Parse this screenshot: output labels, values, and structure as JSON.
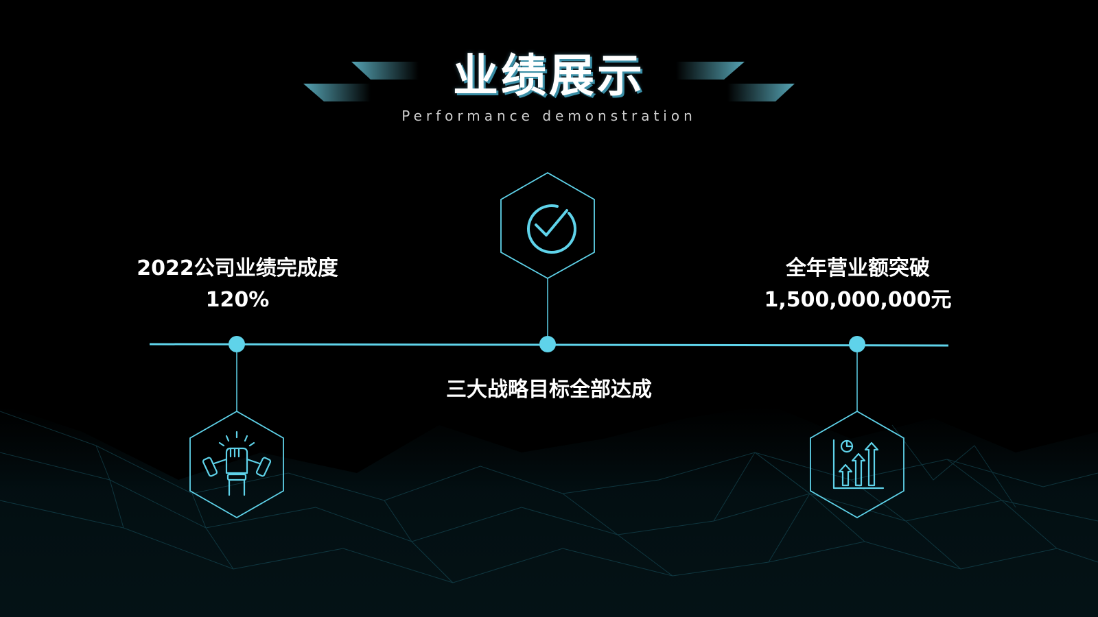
{
  "slide": {
    "title": "业绩展示",
    "subtitle": "Performance demonstration",
    "milestones": [
      {
        "line1": "2022公司业绩完成度",
        "line2": "120%"
      },
      {
        "line1": "三大战略目标全部达成"
      },
      {
        "line1": "全年营业额突破",
        "line2": "1,500,000,000元"
      }
    ],
    "icons": [
      "fitness-hand-dumbbell-icon",
      "check-circle-icon",
      "bar-chart-growth-icon"
    ]
  },
  "colors": {
    "background": "#000000",
    "accent": "#5fd3ea",
    "title_shadow": "#3a8ea6",
    "text": "#ffffff"
  }
}
